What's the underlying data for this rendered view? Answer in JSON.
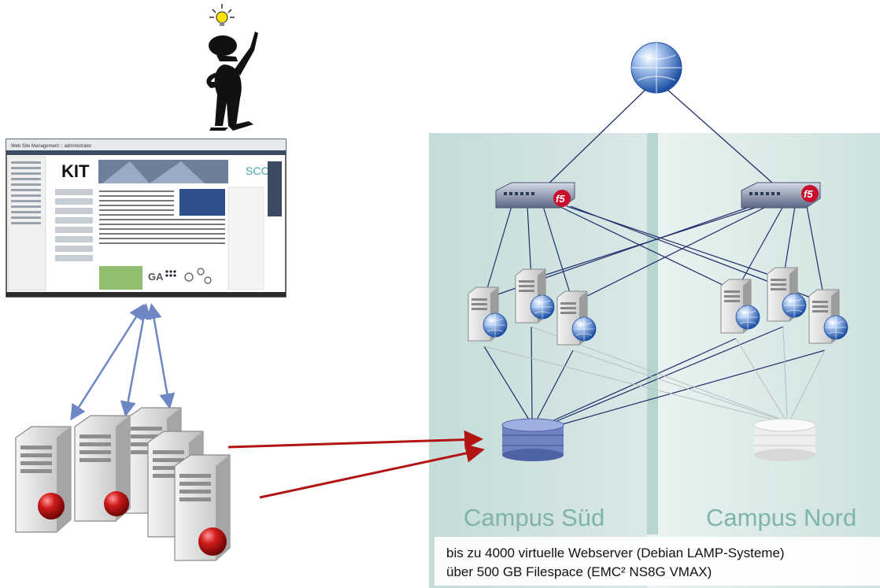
{
  "campus": {
    "south_label": "Campus Süd",
    "north_label": "Campus Nord"
  },
  "info": {
    "line1": "bis zu 4000 virtuelle Webserver (Debian LAMP-Systeme)",
    "line2": "über 500 GB Filespace (EMC² NS8G VMAX)"
  },
  "browser": {
    "title": "Web Site Management :: administrator",
    "logo_kit": "KIT",
    "logo_scc": "SCC",
    "logo_ga": "GA"
  },
  "loadbalancer": {
    "brand": "f5"
  },
  "colors": {
    "campus_bg": "#cfe3e0",
    "campus_divider": "#a9cdc6",
    "campus_text": "#7fb3ab",
    "client_arrow": "#6f86c4",
    "deploy_arrow": "#b31515",
    "link_dark": "#1f2d6b",
    "link_light": "#b9c2c2",
    "storage_active": "#6f82c2",
    "storage_passive": "#eeeeee"
  },
  "icons": {
    "person": "thinking-person-icon",
    "idea": "lightbulb-icon",
    "internet": "globe-icon",
    "webserver": "server-globe-icon",
    "storage": "database-icon",
    "loadbalancer": "f5-switch-icon",
    "admin_servers": "server-cluster-icon"
  }
}
